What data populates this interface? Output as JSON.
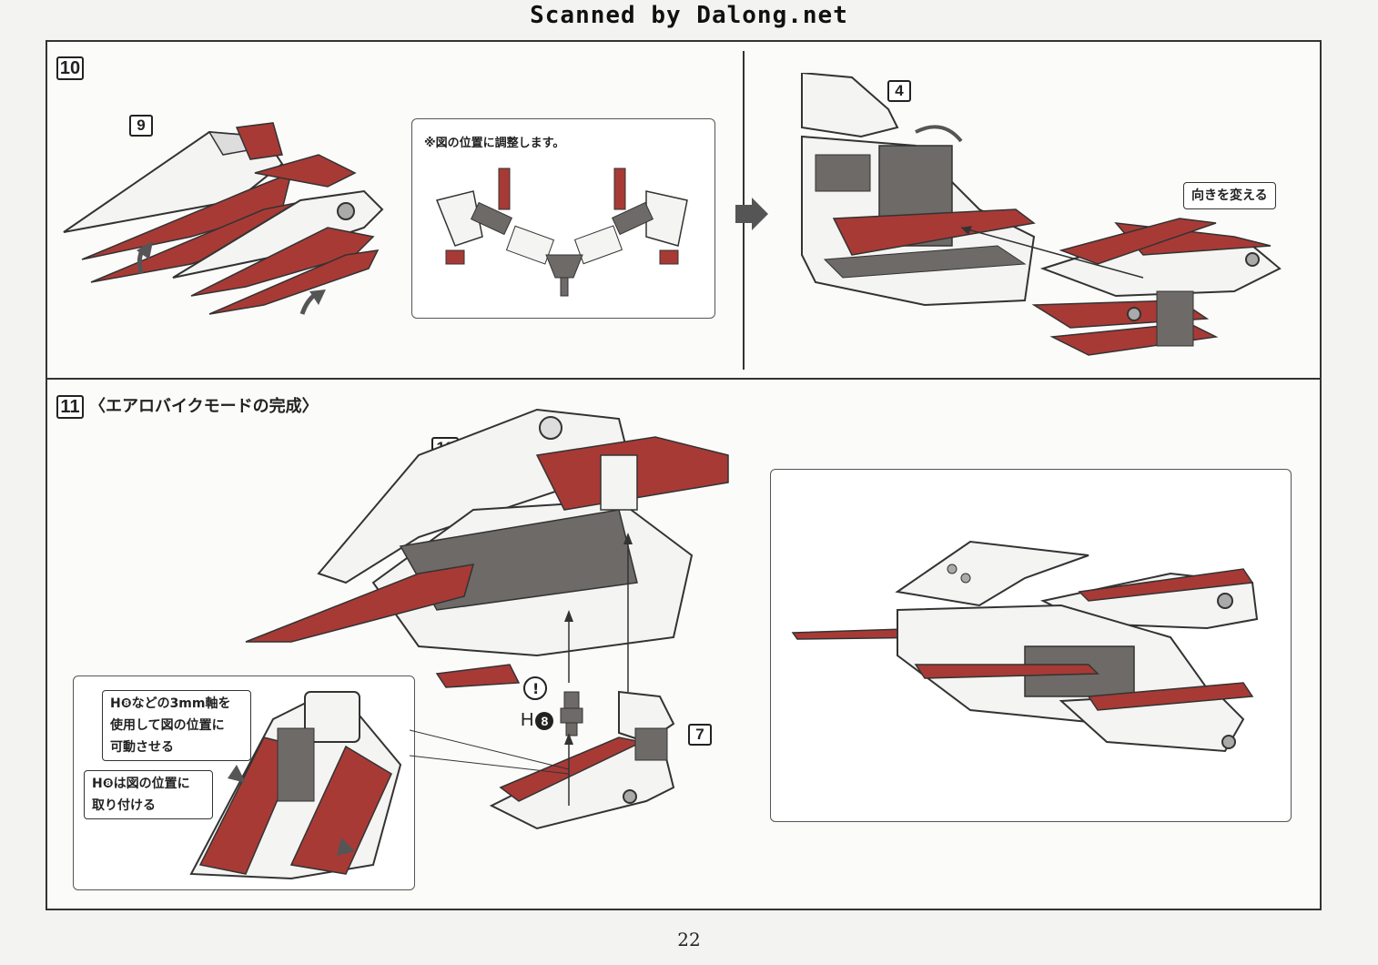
{
  "watermark": "Scanned by Dalong.net",
  "step10": {
    "number": "10",
    "part_label_left": "9",
    "adjust_panel_note": "※図の位置に調整します。",
    "part_label_right": "4",
    "rotate_callout": "向きを変える"
  },
  "step11": {
    "number": "11",
    "title": "〈エアロバイクモードの完成〉",
    "part_label_main": "10",
    "part_label_arm": "7",
    "caution_symbol": "!",
    "h8_letter": "H",
    "h8_number": "8",
    "callout_1_lines": [
      "H❽などの3mm軸を",
      "使用して図の位置に",
      "可動させる"
    ],
    "callout_2_lines": [
      "H❽は図の位置に",
      "取り付ける"
    ]
  },
  "colors": {
    "red_part": "#a83a36",
    "grey_part": "#6d6a67",
    "white_part": "#f4f4f2",
    "line": "#333333"
  },
  "page_number": "22"
}
